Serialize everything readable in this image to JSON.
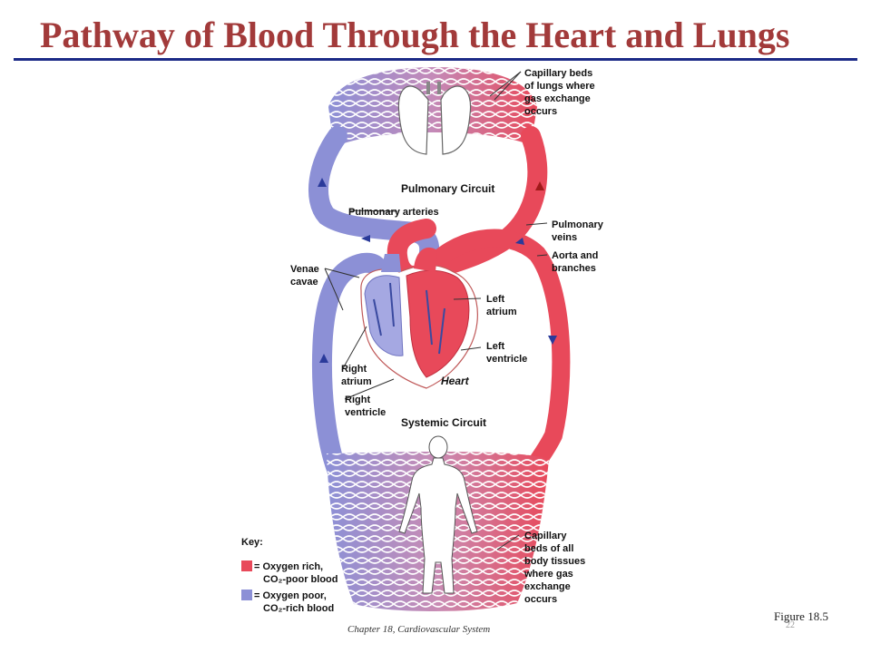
{
  "slide": {
    "title": "Pathway of Blood Through the Heart and Lungs",
    "footer": "Chapter 18, Cardiovascular System",
    "page_number": "22",
    "figure_label": "Figure 18.5"
  },
  "diagram": {
    "circuits": {
      "pulmonary": "Pulmonary Circuit",
      "systemic": "Systemic Circuit",
      "heart": "Heart"
    },
    "labels": {
      "capillary_lungs": [
        "Capillary beds",
        "of lungs where",
        "gas exchange",
        "occurs"
      ],
      "pulmonary_arteries": [
        "Pulmonary arteries"
      ],
      "pulmonary_veins": [
        "Pulmonary",
        "veins"
      ],
      "aorta": [
        "Aorta and",
        "branches"
      ],
      "venae_cavae": [
        "Venae",
        "cavae"
      ],
      "left_atrium": [
        "Left",
        "atrium"
      ],
      "left_ventricle": [
        "Left",
        "ventricle"
      ],
      "right_atrium": [
        "Right",
        "atrium"
      ],
      "right_ventricle": [
        "Right",
        "ventricle"
      ],
      "capillary_body": [
        "Capillary",
        "beds of all",
        "body tissues",
        "where gas",
        "exchange",
        "occurs"
      ]
    },
    "key": {
      "title": "Key:",
      "oxygen_rich": [
        "= Oxygen rich,",
        "CO₂-poor blood"
      ],
      "oxygen_poor": [
        "= Oxygen poor,",
        "CO₂-rich blood"
      ]
    },
    "colors": {
      "oxygen_rich": "#e8495a",
      "oxygen_poor": "#8c90d6",
      "title": "#a23a3a",
      "rule": "#1c2a87"
    }
  }
}
